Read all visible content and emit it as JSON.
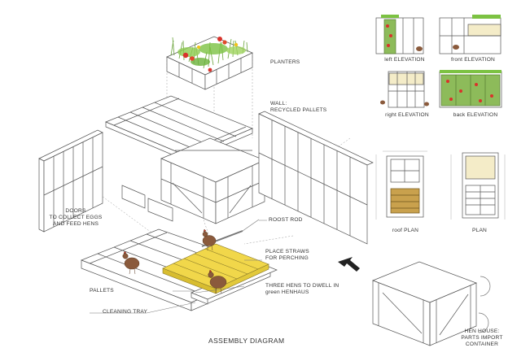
{
  "diagram": {
    "title": "ASSEMBLY DIAGRAM",
    "labels": {
      "planters": "PLANTERS",
      "wall_line1": "WALL:",
      "wall_line2": "RECYCLED PALLETS",
      "doors_line1": "DOORS",
      "doors_line2": "TO COLLECT EGGS",
      "doors_line3": "AND FEED HENS",
      "roost_rod": "ROOST ROD",
      "straws_line1": "PLACE STRAWS",
      "straws_line2": "FOR PERCHING",
      "pallets": "PALLETS",
      "hens_line1": "THREE HENS TO DWELL IN",
      "hens_line2": "green HENHAUS",
      "cleaning_tray": "CLEANING TRAY",
      "henhouse_line1": "HEN HOUSE:",
      "henhouse_line2": "PARTS IMPORT",
      "henhouse_line3": "CONTAINER"
    },
    "views": {
      "left_elevation": "left ELEVATION",
      "front_elevation": "front ELEVATION",
      "right_elevation": "right ELEVATION",
      "back_elevation": "back ELEVATION",
      "roof_plan": "roof PLAN",
      "plan": "PLAN"
    },
    "colors": {
      "line": "#555555",
      "straw": "#f1d74a",
      "plant_green": "#7cc242",
      "flower_red": "#d9332b",
      "hen_brown": "#8a5a3c"
    }
  }
}
